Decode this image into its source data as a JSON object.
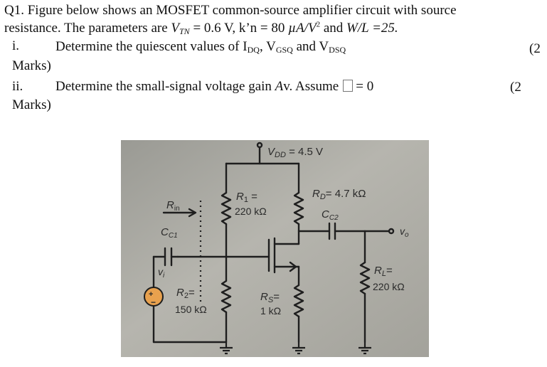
{
  "question": {
    "q_number": "Q1.",
    "intro_line1": "Figure below shows an MOSFET common-source amplifier circuit with source",
    "intro_line2_a": "resistance. The parameters are ",
    "vtn_symbol": "V",
    "vtn_sub": "TN",
    "vtn_value": " = 0.6 V, k’n = 80 ",
    "kn_unit": "µA/V",
    "kn_unit_exp": "2",
    "and_word": " and ",
    "wl": "W/L",
    "wl_value": " =25.",
    "part_i_num": "i.",
    "part_i_text_a": "Determine the quiescent values of I",
    "part_i_sub1": "DQ",
    "part_i_text_b": ", V",
    "part_i_sub2": "GSQ",
    "part_i_text_c": " and V",
    "part_i_sub3": "DSQ",
    "part_i_marks_open": "(2",
    "part_i_marks_close": "Marks)",
    "part_ii_num": "ii.",
    "part_ii_text_a": "Determine the small-signal voltage gain ",
    "part_ii_av": "A",
    "part_ii_text_b": "v. Assume",
    "part_ii_text_c": "= 0",
    "part_ii_marks_open": "(2",
    "part_ii_marks_close": "Marks)"
  },
  "circuit": {
    "vdd_label": "V",
    "vdd_sub": "DD",
    "vdd_value": " = 4.5 V",
    "r1_label": "R",
    "r1_sub": "1",
    "r1_eq": " =",
    "r1_value": "220 kΩ",
    "rd_label": "R",
    "rd_sub": "D",
    "rd_value": "= 4.7 kΩ",
    "cc2_label": "C",
    "cc2_sub": "C2",
    "vo_label": "v",
    "vo_sub": "o",
    "rin_label": "R",
    "rin_sub": "in",
    "cc1_label": "C",
    "cc1_sub": "C1",
    "vi_label": "v",
    "vi_sub": "i",
    "r2_label": "R",
    "r2_sub": "2",
    "r2_eq": "=",
    "r2_value": "150 kΩ",
    "rs_label": "R",
    "rs_sub": "S",
    "rs_eq": "=",
    "rs_value": "1 kΩ",
    "rl_label": "R",
    "rl_sub": "L",
    "rl_eq": "=",
    "rl_value": "220 kΩ",
    "plus_sign": "+",
    "minus_sign": "−"
  }
}
